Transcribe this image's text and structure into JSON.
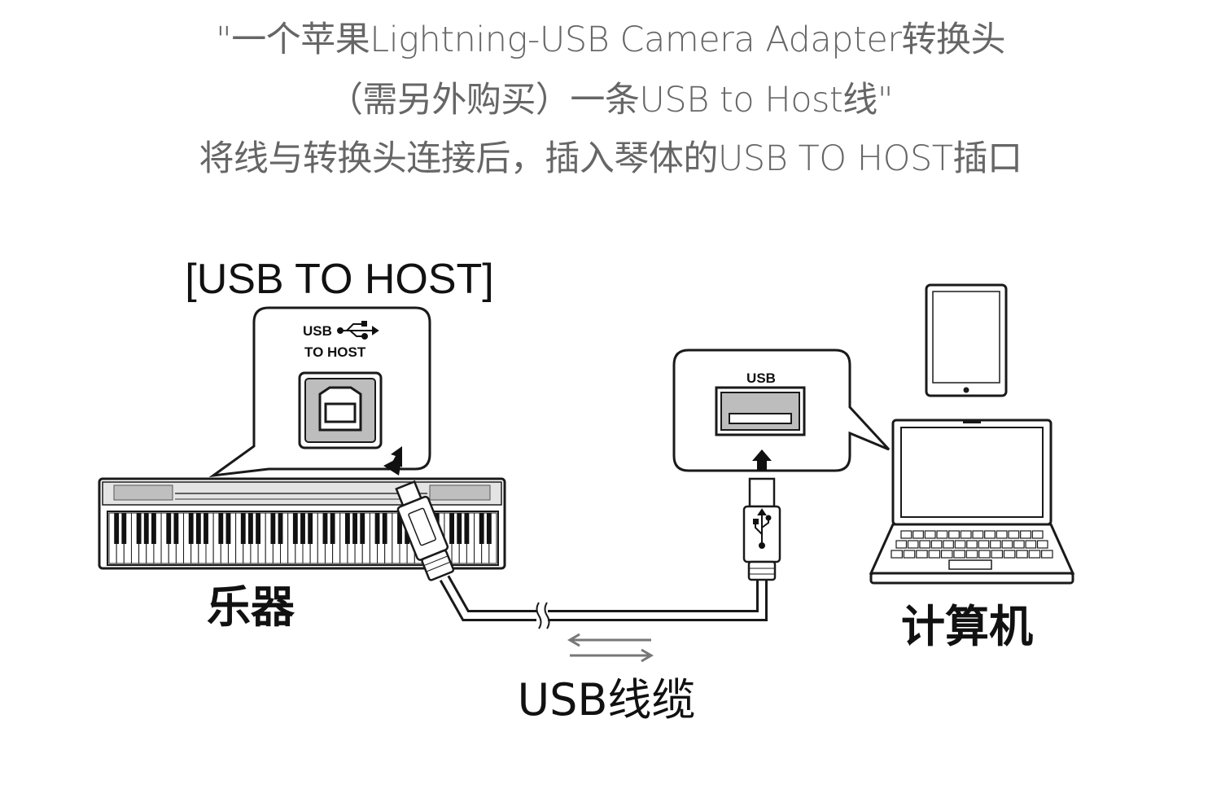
{
  "caption": {
    "line1": "\"一个苹果Lightning-USB Camera Adapter转换头",
    "line2": "（需另外购买）一条USB to Host线\"",
    "line3": "将线与转换头连接后，插入琴体的USB TO HOST插口"
  },
  "diagram": {
    "port_callout_title": "[USB TO HOST]",
    "instrument_port_label_1": "USB",
    "instrument_port_label_2": "TO  HOST",
    "computer_port_label": "USB",
    "instrument_label": "乐器",
    "computer_label": "计算机",
    "cable_label": "USB线缆"
  },
  "icons": [
    "usb-symbol-icon",
    "arrow-up-icon",
    "bidirectional-arrow-icon",
    "tablet-icon",
    "laptop-icon",
    "keyboard-instrument-icon"
  ]
}
